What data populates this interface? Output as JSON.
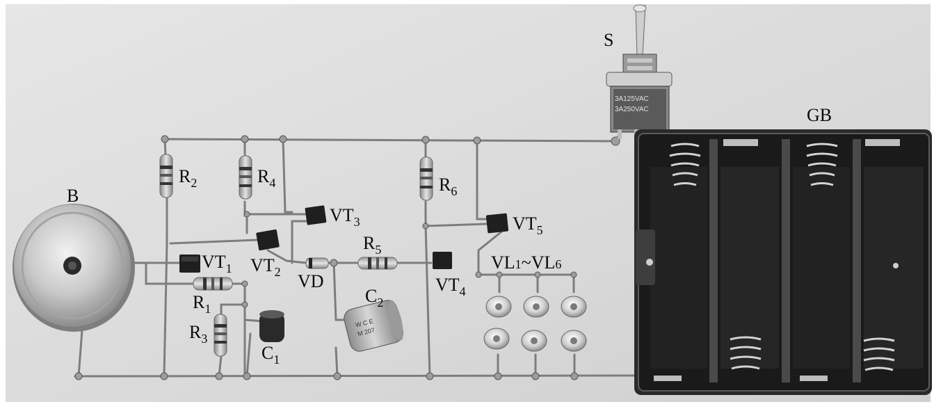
{
  "labels": {
    "switch": "S",
    "battery": "GB",
    "buzzer": "B",
    "r1": {
      "base": "R",
      "sub": "1"
    },
    "r2": {
      "base": "R",
      "sub": "2"
    },
    "r3": {
      "base": "R",
      "sub": "3"
    },
    "r4": {
      "base": "R",
      "sub": "4"
    },
    "r5": {
      "base": "R",
      "sub": "5"
    },
    "r6": {
      "base": "R",
      "sub": "6"
    },
    "vt1": {
      "base": "VT",
      "sub": "1"
    },
    "vt2": {
      "base": "VT",
      "sub": "2"
    },
    "vt3": {
      "base": "VT",
      "sub": "3"
    },
    "vt4": {
      "base": "VT",
      "sub": "4"
    },
    "vt5": {
      "base": "VT",
      "sub": "5"
    },
    "vd": "VD",
    "c1": {
      "base": "C",
      "sub": "1"
    },
    "c2": {
      "base": "C",
      "sub": "2"
    },
    "leds": {
      "a": "VL",
      "a_sub": "1",
      "sep": "~",
      "b": "VL",
      "b_sub": "6"
    }
  },
  "markings": {
    "switch_rating_1": "3A125VAC",
    "switch_rating_2": "3A250VAC",
    "c2_text_1": "W  C  E",
    "c2_text_2": "M 207"
  },
  "colors": {
    "background": "#dcdcdc",
    "wire": "#8a8a8a",
    "metal": "#bdbdbd",
    "dark": "#1a1a1a"
  }
}
